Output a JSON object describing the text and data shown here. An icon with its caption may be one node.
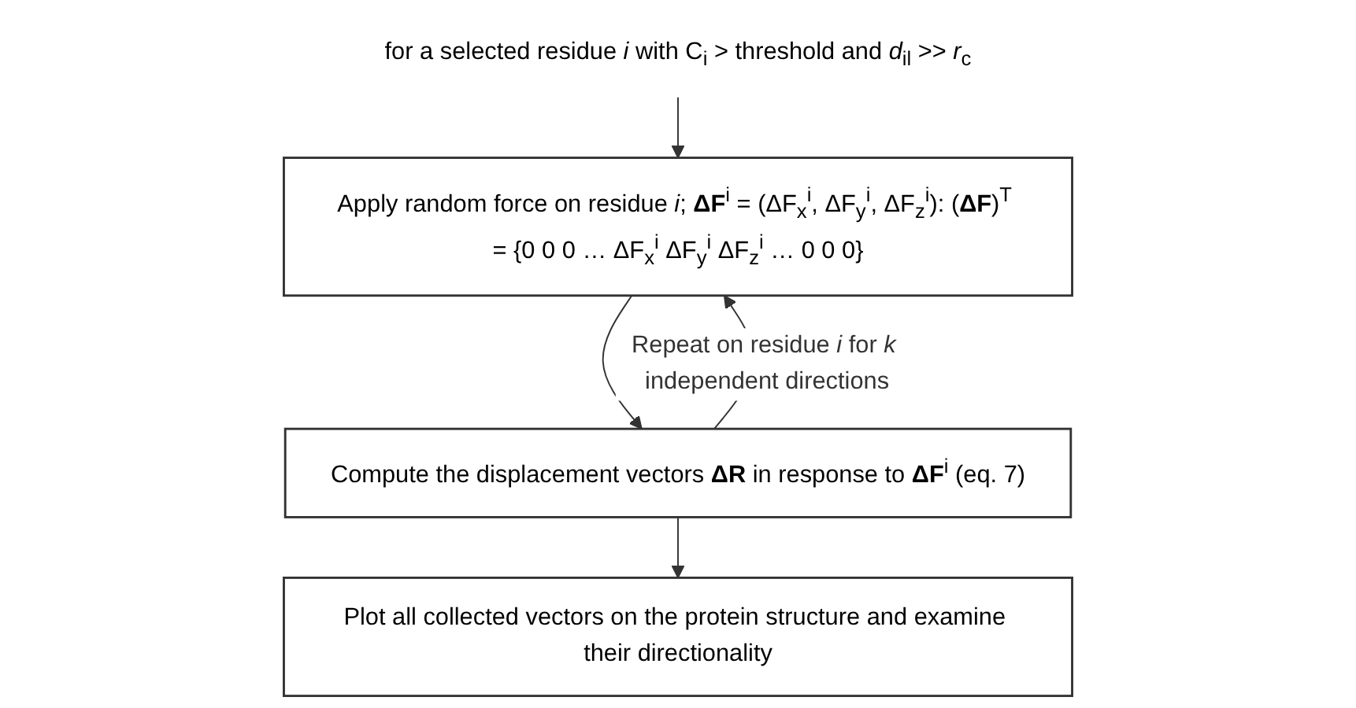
{
  "diagram": {
    "nodes": [
      {
        "text": [
          "for  a selected residue *i* with C$_{i}$ > threshold and *d*$_{il}$ >> *r*$_{c}$"
        ]
      },
      {
        "text": [
          "Apply random force on residue *i*; **ΔF**$^{i}$ = (ΔF$_{x}$$^{i}$, ΔF$_{y}$$^{i}$, ΔF$_{z}$$^{i}$): (**ΔF**)$^{T}$ = {0 0 0 … ΔF$_{x}$$^{i}$ ΔF$_{y}$$^{i}$ ΔF$_{z}$$^{i}$ … 0 0 0}"
        ]
      },
      {
        "text": [
          "Compute the displacement vectors **ΔR** in response to **ΔF**$^{i}$ (eq. 7)"
        ]
      },
      {
        "text": [
          "Plot all collected vectors on the protein structure and examine their directionality"
        ]
      }
    ],
    "edges": [
      {
        "from": 0,
        "to": 1,
        "arrow": "to"
      },
      {
        "from": 1,
        "to": 2,
        "arrow": "to"
      },
      {
        "from": 2,
        "to": 3,
        "arrow": "to"
      },
      {
        "from": 2,
        "to": 1,
        "arrow": "to",
        "label": "Repeat on residue *i* for *k* independent directions"
      }
    ]
  }
}
